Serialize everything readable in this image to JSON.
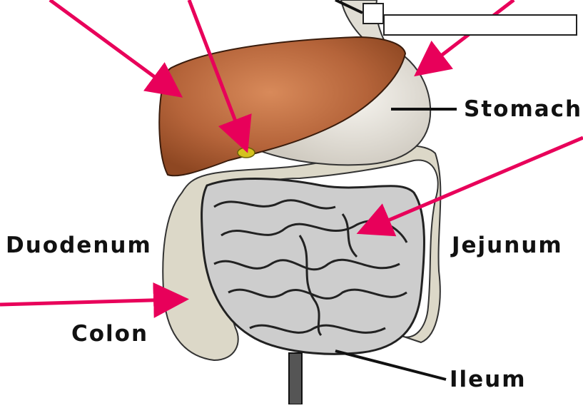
{
  "labels": {
    "stomach": "Stomach",
    "duodenum": "Duodenum",
    "jejunum": "Jejunum",
    "colon": "Colon",
    "ileum": "Ileum"
  },
  "colors": {
    "arrow": "#e8005a",
    "liver": "#b5643a",
    "stomach": "#e9e6df",
    "small_intestine": "#c9c9c9",
    "colon": "#dcd8c8",
    "gallbladder": "#d4c21e",
    "leader_line": "#111111"
  },
  "icons": [
    "pointer-arrow"
  ]
}
